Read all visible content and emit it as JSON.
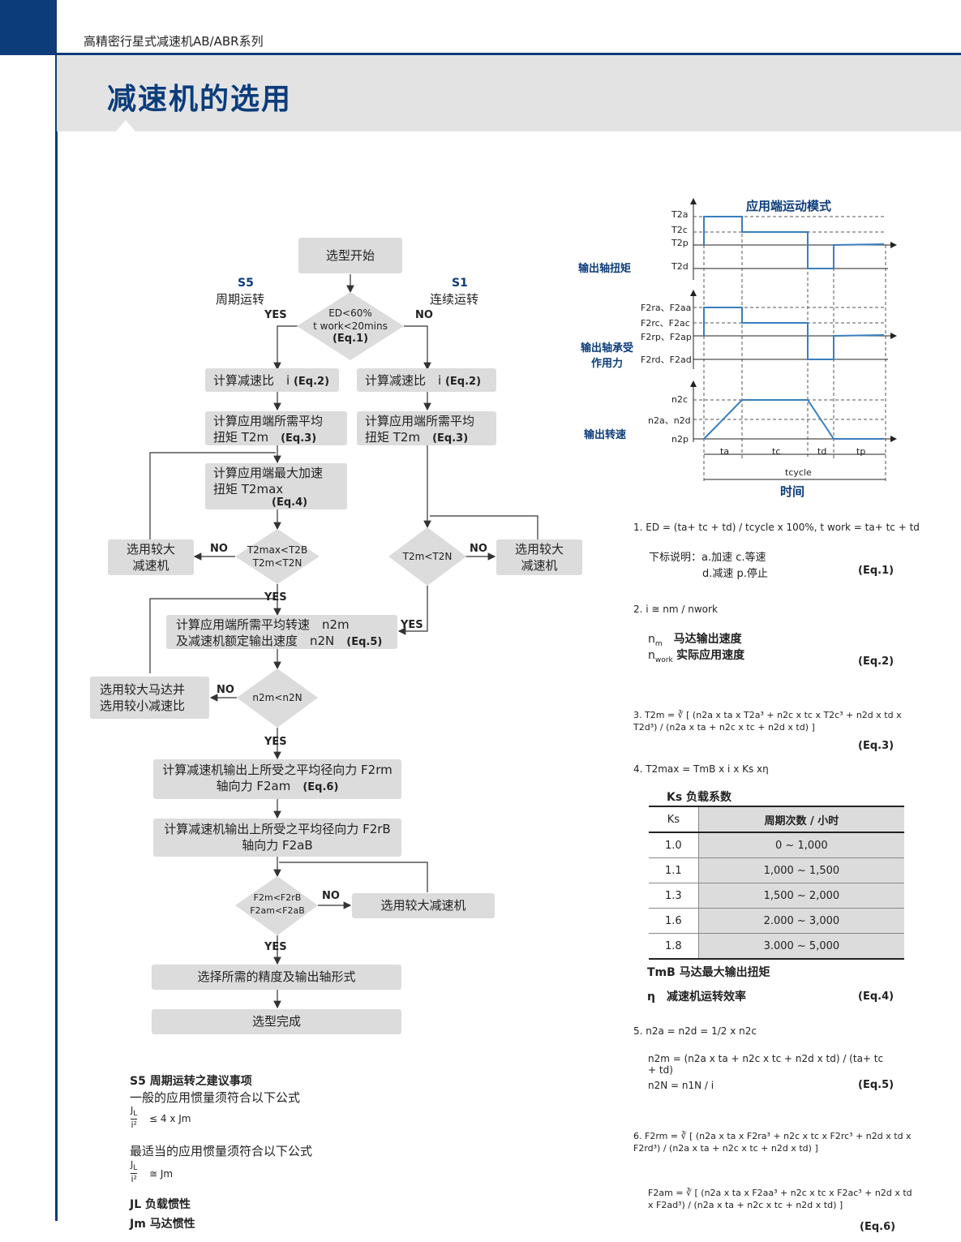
{
  "header": {
    "series": "高精密行星式减速机AB/ABR系列",
    "title": "减速机的选用"
  },
  "flow": {
    "start": "选型开始",
    "s5_code": "S5",
    "s5_name": "周期运转",
    "s1_code": "S1",
    "s1_name": "连续运转",
    "yes": "YES",
    "no": "NO",
    "d1_l1": "ED<60%",
    "d1_l2": "t work<20mins",
    "d1_eq": "(Eq.1)",
    "calc_ratio": "计算减速比　i",
    "eq2": "(Eq.2)",
    "calc_avg_torque_l1": "计算应用端所需平均",
    "calc_avg_torque_l2": "扭矩 T2m",
    "eq3": "(Eq.3)",
    "calc_max_torque_l1": "计算应用端最大加速",
    "calc_max_torque_l2": "扭矩 T2max",
    "eq4": "(Eq.4)",
    "d2_l1": "T2max<T2B",
    "d2_l2": "T2m<T2N",
    "d3": "T2m<T2N",
    "larger_reducer_l1": "选用较大",
    "larger_reducer_l2": "减速机",
    "calc_speed_l1": "计算应用端所需平均转速　n2m",
    "calc_speed_l2": "及减速机额定输出速度　n2N",
    "eq5": "(Eq.5)",
    "larger_motor_l1": "选用较大马达并",
    "larger_motor_l2": "选用较小减速比",
    "d4": "n2m<n2N",
    "calc_force_l1": "计算减速机输出上所受之平均径向力 F2rm",
    "calc_force_l2": "轴向力 F2am",
    "eq6": "(Eq.6)",
    "calc_forceB_l1": "计算减速机输出上所受之平均径向力 F2rB",
    "calc_forceB_l2": "轴向力 F2aB",
    "d5_l1": "F2m<F2rB",
    "d5_l2": "F2am<F2aB",
    "larger_reducer2": "选用较大减速机",
    "choose_precision": "选择所需的精度及输出轴形式",
    "done": "选型完成"
  },
  "s5_notes": {
    "heading": "S5 周期运转之建议事项",
    "l1": "一般的应用惯量须符合以下公式",
    "f1": "≤ 4 x Jm",
    "l2": "最适当的应用惯量须符合以下公式",
    "f2": "≅ Jm",
    "jl": "JL 负载惯性",
    "jm": "Jm 马达惯性"
  },
  "timing": {
    "title": "应用端运动模式",
    "label_torque": "输出轴扭矩",
    "label_force_l1": "输出轴承受",
    "label_force_l2": "作用力",
    "label_speed": "输出转速",
    "t_levels": [
      "T2a",
      "T2c",
      "T2p",
      "T2d"
    ],
    "f_levels": [
      "F2ra、F2aa",
      "F2rc、F2ac",
      "F2rp、F2ap",
      "F2rd、F2ad"
    ],
    "n_levels": [
      "n2c",
      "n2a、n2d",
      "n2p"
    ],
    "periods": [
      "ta",
      "tc",
      "td",
      "tp"
    ],
    "cycle": "tcycle",
    "time": "时间"
  },
  "equations": {
    "eq1_text": "1. ED = (ta+ tc + td) / tcycle  x 100%, t work = ta+ tc + td",
    "eq1_note1": "下标说明：a.加速  c.等速",
    "eq1_note2": "d.减速  p.停止",
    "eq1_tag": "(Eq.1)",
    "eq2_text": "2. i ≅ nm / nwork",
    "nm": "马达输出速度",
    "nwork": "实际应用速度",
    "eq2_tag": "(Eq.2)",
    "eq3_text": "3. T2m = ∛ [ (n2a x ta x T2a³ + n2c x tc x T2c³ + n2d x td x T2d³) / (n2a x ta + n2c x tc + n2d x td) ]",
    "eq3_tag": "(Eq.3)",
    "eq4_text": "4. T2max = TmB x i x Ks xη",
    "ks_title": "Ks 负载系数",
    "ks_header": [
      "Ks",
      "周期次数 / 小时"
    ],
    "ks_rows": [
      [
        "1.0",
        "0 ~ 1,000"
      ],
      [
        "1.1",
        "1,000 ~ 1,500"
      ],
      [
        "1.3",
        "1,500 ~ 2,000"
      ],
      [
        "1.6",
        "2.000 ~ 3,000"
      ],
      [
        "1.8",
        "3.000 ~ 5,000"
      ]
    ],
    "tmb": "TmB 马达最大输出扭矩",
    "eta": "η　减速机运转效率",
    "eq4_tag": "(Eq.4)",
    "eq5_l1": "5. n2a = n2d = 1/2 x n2c",
    "eq5_l2": "n2m = (n2a x ta + n2c x tc + n2d x td) / (ta+ tc + td)",
    "eq5_l3": "n2N = n1N / i",
    "eq5_tag": "(Eq.5)",
    "eq6_l1": "6. F2rm = ∛ [ (n2a x ta x F2ra³ + n2c x tc x F2rc³ + n2d x td x F2rd³) / (n2a x ta + n2c x tc + n2d x td) ]",
    "eq6_l2": "F2am = ∛ [ (n2a x ta x F2aa³ + n2c x tc x F2ac³ + n2d x td x F2ad³) / (n2a x ta + n2c x tc + n2d x td) ]",
    "eq6_tag": "(Eq.6)"
  }
}
